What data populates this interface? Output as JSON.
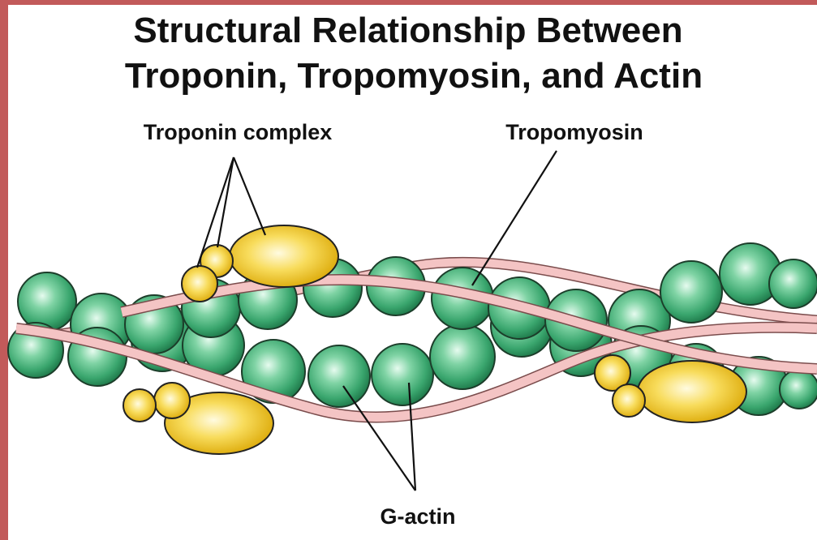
{
  "title": {
    "line1": "Structural Relationship Between",
    "line2": "Troponin, Tropomyosin, and Actin"
  },
  "labels": {
    "troponin": "Troponin complex",
    "tropomyosin": "Tropomyosin",
    "gactin": "G-actin"
  },
  "colors": {
    "frame": "#c25a5a",
    "actin": "#3aa66e",
    "actin_highlight": "#dff7ea",
    "tropomyosin": "#f4c4c4",
    "troponin": "#f2c21d",
    "troponin_highlight": "#fff8d0"
  }
}
